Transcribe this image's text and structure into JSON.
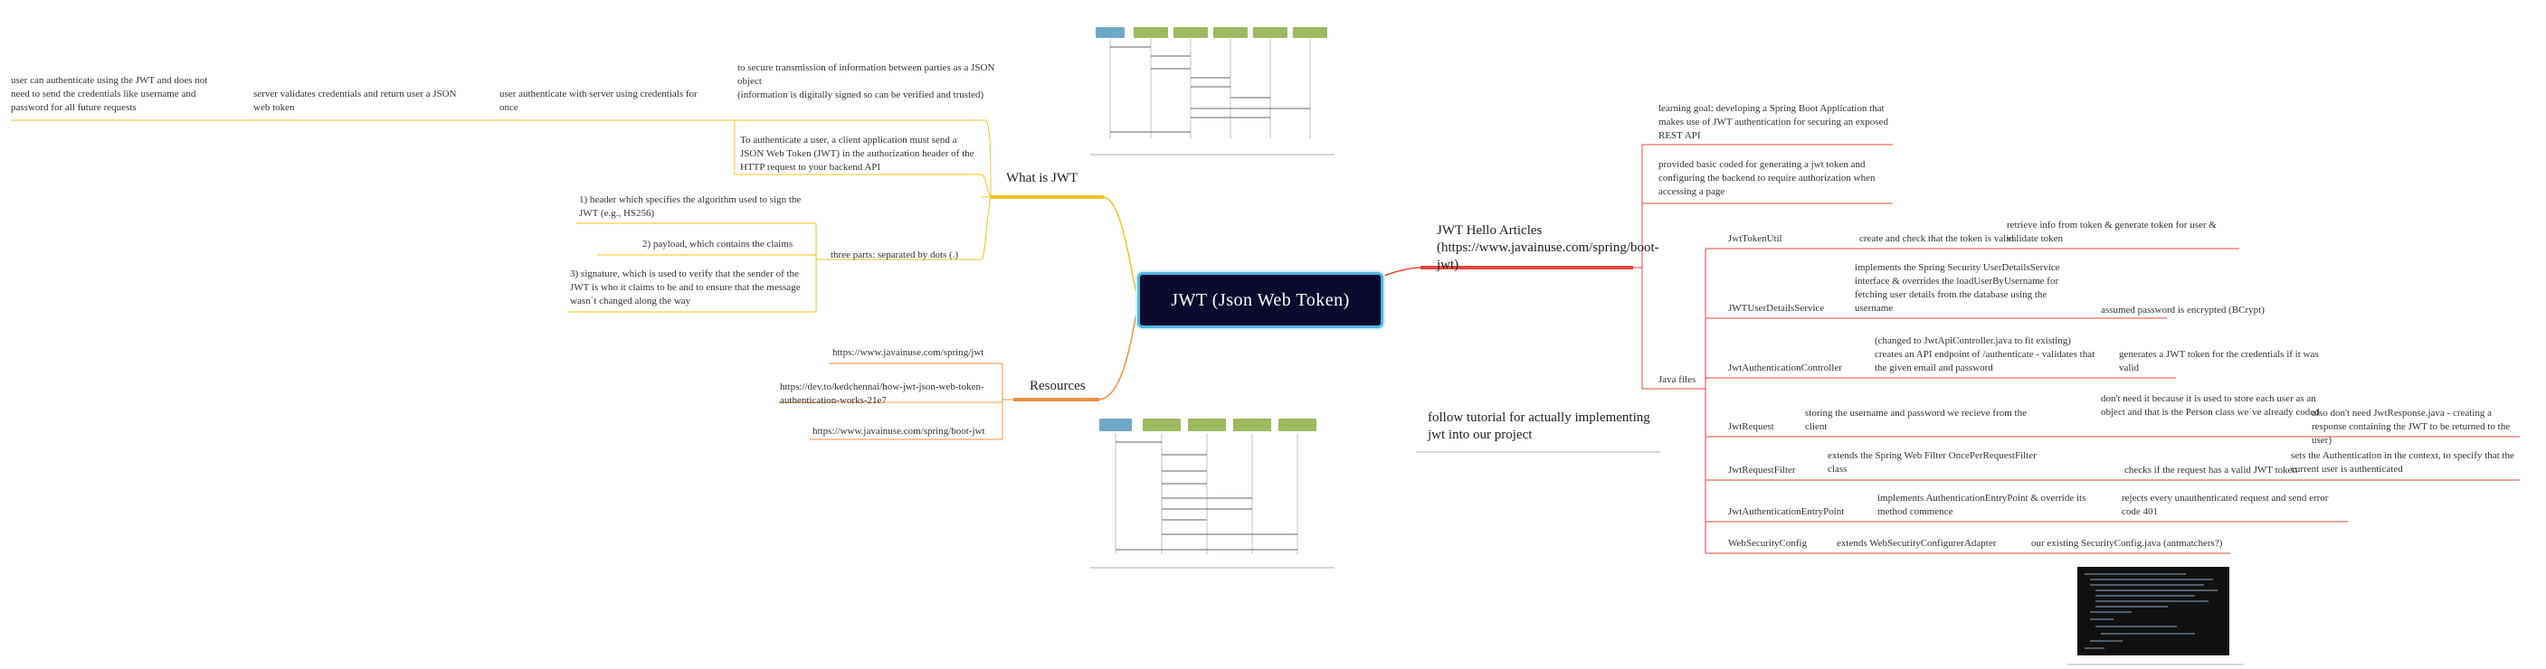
{
  "root": {
    "label": "JWT (Json Web Token)"
  },
  "colors": {
    "yellow": "#f0c419",
    "orange": "#f0913f",
    "red": "#e8443a",
    "root_fill": "#0b0b2e",
    "root_border": "#4fb6e3"
  },
  "what_is_jwt": {
    "label": "What is JWT",
    "secure": "to secure transmission of information between parties as a JSON object\n(information is digitally signed so can be verified and trusted)",
    "flow": [
      "user can authenticate using the JWT and does not need to send the credentials like username and password for all future requests",
      "server validates credentials and return user a JSON web token",
      "user authenticate with server using credentials for once"
    ],
    "authenticate": "To authenticate a user, a client application must send a JSON Web Token (JWT) in the authorization header of the HTTP request to your backend API",
    "three_parts": {
      "label": "three parts: separated by dots (.)",
      "items": [
        "1) header which specifies the algorithm used to sign the JWT (e.g., HS256)",
        "2) payload, which contains the claims",
        "3) signature, which is used to verify that the sender of the JWT is who it claims to be and to ensure that the message wasn´t changed along the way"
      ]
    }
  },
  "resources": {
    "label": "Resources",
    "links": [
      "https://www.javainuse.com/spring/jwt",
      "https://dev.to/kedchennai/how-jwt-json-web-token-authentication-works-21e7",
      "https://www.javainuse.com/spring/boot-jwt"
    ]
  },
  "articles": {
    "label": "JWT Hello Articles (https://www.javainuse.com/spring/boot-jwt)",
    "goal": "learning goal: developing a Spring Boot Application that makes use of JWT authentication for securing an exposed REST API",
    "provided": "provided basic coded for generating a jwt token and configuring the backend to require authorization when accessing a page",
    "java_files": {
      "label": "Java files",
      "items": [
        {
          "name": "JwtTokenUtil",
          "notes": [
            "create and check that the token is valid",
            "retrieve info from token & generate token for user & validate token"
          ]
        },
        {
          "name": "JWTUserDetailsService",
          "notes": [
            "implements the Spring Security UserDetailsService interface & overrides the loadUserByUsername for fetching user details from the database using the username",
            "assumed password is encrypted (BCrypt)"
          ]
        },
        {
          "name": "JwtAuthenticationController",
          "notes": [
            "(changed to JwtApiController.java to fit existing) creates an API endpoint of /authenticate - validates that the given email and password",
            "generates a JWT token for the credentials if it was valid"
          ]
        },
        {
          "name": "JwtRequest",
          "notes": [
            "storing the username and password we recieve from the client",
            "don't need it because it is used to store each user as an object and that is the Person class we´ve already coded",
            "also don't need JwtResponse.java - creating a response containing the JWT to be returned to the user)"
          ]
        },
        {
          "name": "JwtRequestFilter",
          "notes": [
            "extends the Spring Web Filter OncePerRequestFilter class",
            "checks if the request has a valid JWT token",
            "sets the Authentication in the context, to specify that the current user is authenticated"
          ]
        },
        {
          "name": "JwtAuthenticationEntryPoint",
          "notes": [
            "implements AuthenticationEntryPoint & override its method commence",
            "rejects every unauthenticated request and send error code 401"
          ]
        },
        {
          "name": "WebSecurityConfig",
          "notes": [
            "extends WebSecurityConfigurerAdapter",
            "our existing SecurityConfig.java (antmatchers?)"
          ]
        }
      ]
    }
  },
  "follow": {
    "label": "follow tutorial for actually implementing jwt into our project"
  }
}
